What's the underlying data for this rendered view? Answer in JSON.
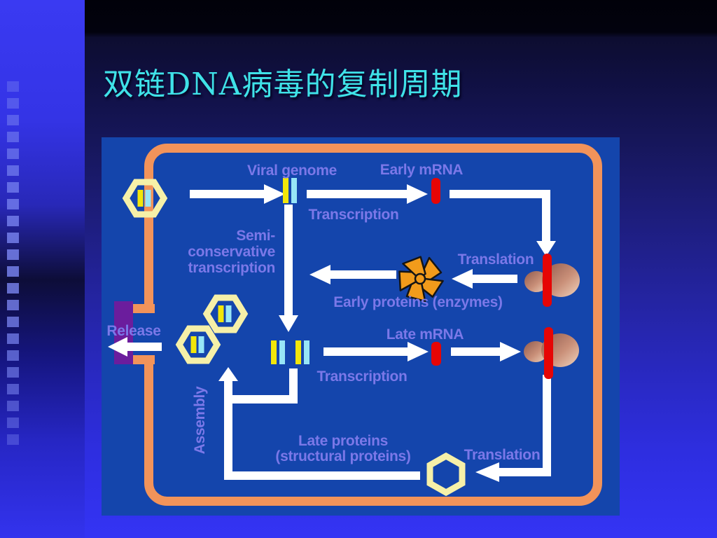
{
  "slide": {
    "title": "双链DNA病毒的复制周期"
  },
  "diagram": {
    "labels": {
      "viral_genome": "Viral genome",
      "early_mrna": "Early mRNA",
      "transcription_early": "Transcription",
      "semi_line1": "Semi-",
      "semi_line2": "conservative",
      "semi_line3": "transcription",
      "translation_early": "Translation",
      "early_proteins": "Early proteins (enzymes)",
      "late_mrna": "Late mRNA",
      "transcription_late": "Transcription",
      "release": "Release",
      "assembly": "Assembly",
      "late_proteins_line1": "Late proteins",
      "late_proteins_line2": "(structural proteins)",
      "translation_late": "Translation"
    }
  },
  "colors": {
    "title_text": "#3FE2E8",
    "panel_bg": "#1445AC",
    "membrane_orange": "#F2935A",
    "label_purple": "#7B78E8",
    "mrna_red": "#E60505",
    "capsid_yellow": "#F6F0A8",
    "genome_yellow": "#F2E60A",
    "genome_cyan": "#97E6F7",
    "release_purple": "#6B1D9D",
    "enzyme_orange": "#F29B1B",
    "arrow_white": "#FFFFFF",
    "ribosome_dark": "#8F5A4E",
    "ribosome_mid": "#C98F78",
    "ribosome_light": "#F0D4BE",
    "strip_square_blue": "#7B86F2"
  },
  "decor": {
    "square_count": 22
  }
}
